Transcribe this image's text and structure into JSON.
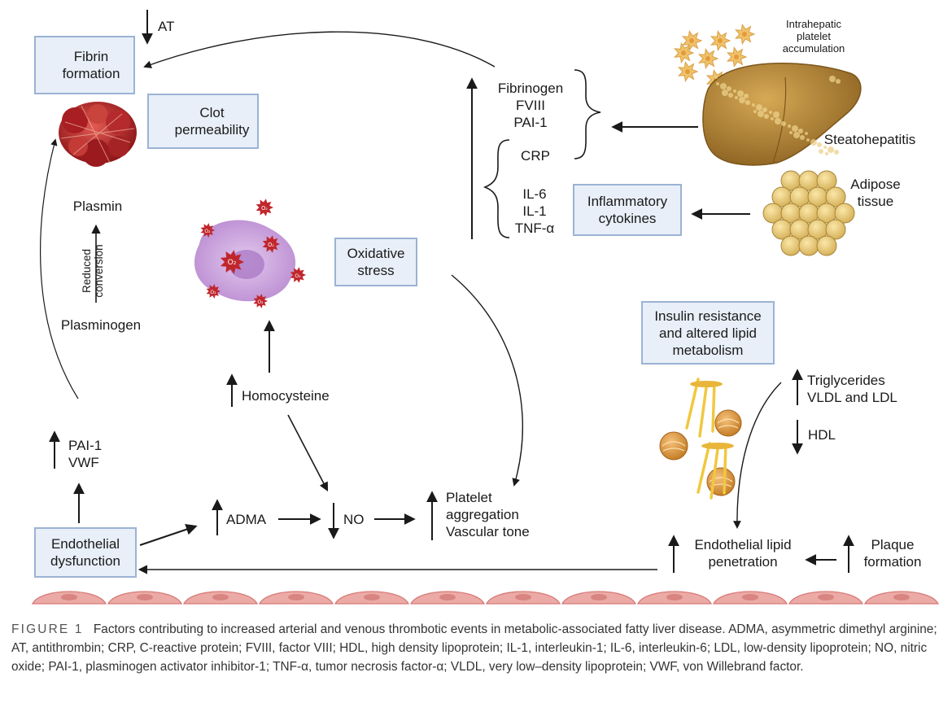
{
  "labels": {
    "at": "AT",
    "fibrin_formation": [
      "Fibrin",
      "formation"
    ],
    "clot_permeability": [
      "Clot",
      "permeability"
    ],
    "plasmin": "Plasmin",
    "reduced_conversion": [
      "Reduced",
      "conversion"
    ],
    "plasminogen": "Plasminogen",
    "pai1_vwf": [
      "PAI-1",
      "VWF"
    ],
    "endothelial_dysfunction": [
      "Endothelial",
      "dysfunction"
    ],
    "homocysteine": "Homocysteine",
    "adma": "ADMA",
    "no": "NO",
    "platelet": [
      "Platelet",
      "aggregation",
      "Vascular tone"
    ],
    "oxidative_stress": [
      "Oxidative",
      "stress"
    ],
    "o2": "O₂",
    "coag_factors": [
      "Fibrinogen",
      "FVIII",
      "PAI-1"
    ],
    "crp": "CRP",
    "cytokines": [
      "IL-6",
      "IL-1",
      "TNF-α"
    ],
    "inflammatory_cytokines": [
      "Inflammatory",
      "cytokines"
    ],
    "intrahepatic": [
      "Intrahepatic",
      "platelet",
      "accumulation"
    ],
    "steatohepatitis": "Steatohepatitis",
    "adipose": [
      "Adipose",
      "tissue"
    ],
    "insulin_resistance": [
      "Insulin resistance",
      "and altered lipid",
      "metabolism"
    ],
    "lipids_up": [
      "Triglycerides",
      "VLDL and LDL"
    ],
    "hdl": "HDL",
    "endothelial_lipid": [
      "Endothelial lipid",
      "penetration"
    ],
    "plaque": [
      "Plaque",
      "formation"
    ]
  },
  "caption": {
    "figure_label": "FIGURE 1",
    "text": "Factors contributing to increased arterial and venous thrombotic events in metabolic-associated fatty liver disease. ADMA, asymmetric dimethyl arginine; AT, antithrombin; CRP, C-reactive protein; FVIII, factor VIII; HDL, high density lipoprotein; IL-1, interleukin-1; IL-6, interleukin-6; LDL, low-density lipoprotein; NO, nitric oxide; PAI-1, plasminogen activator inhibitor-1; TNF-α, tumor necrosis factor-α; VLDL, very low–density lipoprotein; VWF, von Willebrand factor."
  },
  "colors": {
    "box_fill": "#e8eff8",
    "box_border": "#9bb3d4",
    "clot_red": "#b8252a",
    "cell_purple": "#c9a6dc",
    "ros_red": "#c0272d",
    "liver_brown": "#b58a3a",
    "adipose_yellow": "#e6cc7a",
    "lipid_orange": "#d9953a",
    "endothelium_pink": "#e89a9a"
  }
}
